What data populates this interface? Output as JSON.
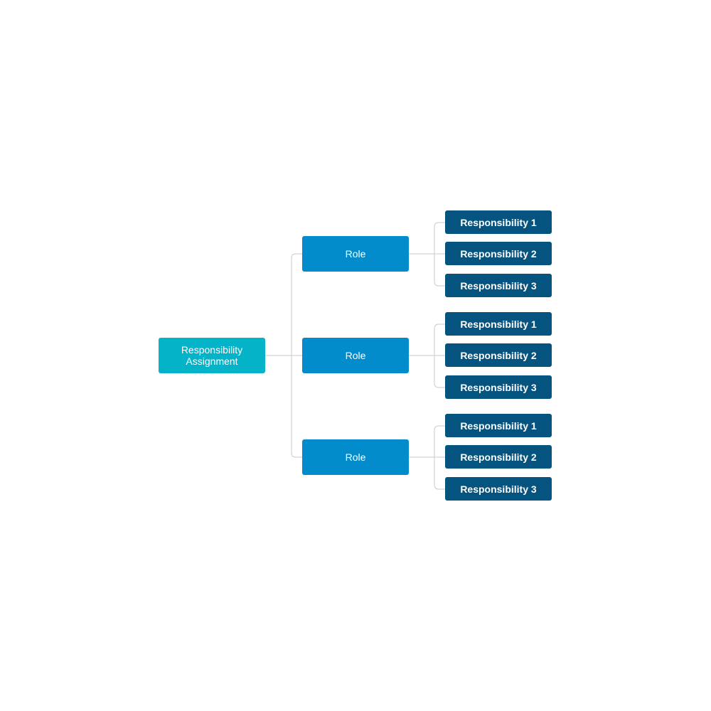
{
  "colors": {
    "root": "#05b3c8",
    "role": "#028ccc",
    "responsibility": "#05537f",
    "connector": "#c9c9c9",
    "text": "#ffffff"
  },
  "root": {
    "label": "Responsibility\nAssignment"
  },
  "roles": [
    {
      "label": "Role",
      "responsibilities": [
        "Responsibility 1",
        "Responsibility 2",
        "Responsibility 3"
      ]
    },
    {
      "label": "Role",
      "responsibilities": [
        "Responsibility 1",
        "Responsibility 2",
        "Responsibility 3"
      ]
    },
    {
      "label": "Role",
      "responsibilities": [
        "Responsibility 1",
        "Responsibility 2",
        "Responsibility 3"
      ]
    }
  ]
}
